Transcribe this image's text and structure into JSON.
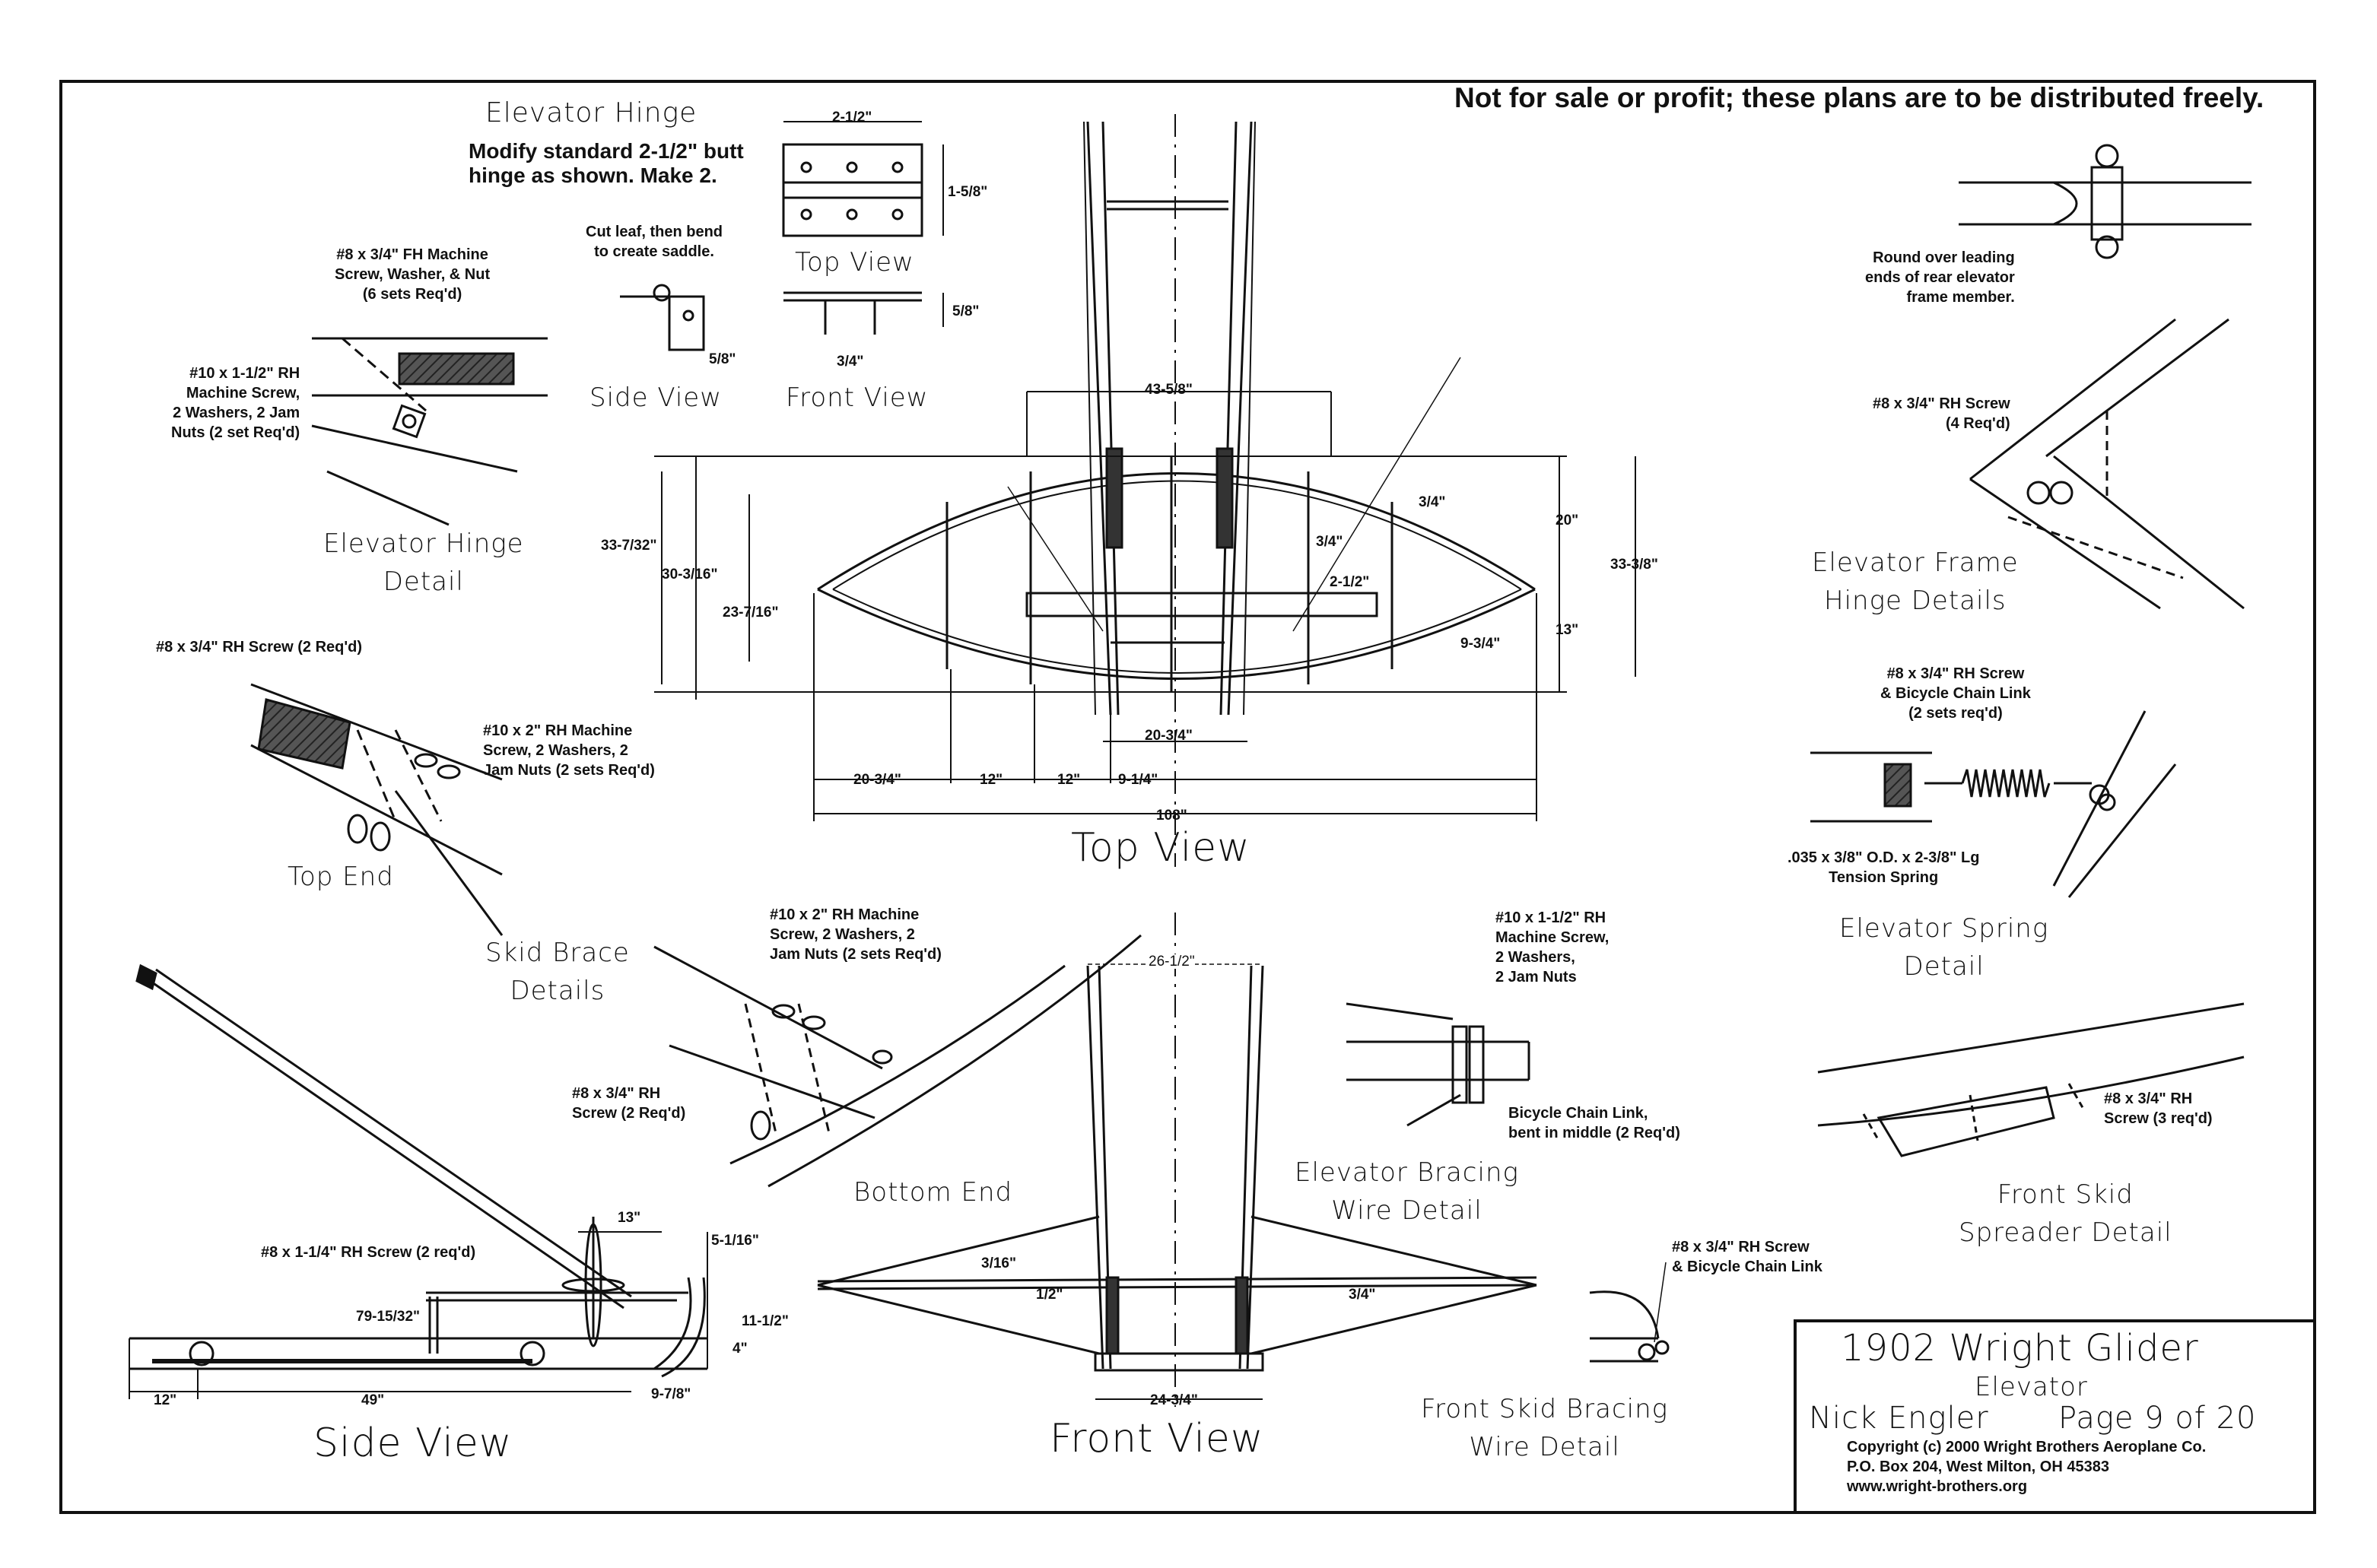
{
  "disclaimer": "Not for sale or profit; these plans are to be distributed freely.",
  "elevator_hinge": {
    "heading": "Elevator Hinge",
    "instructions": "Modify standard 2-1/2\" butt\nhinge as shown. Make 2.",
    "cut_note": "Cut leaf, then bend\nto create saddle.",
    "top_view": "Top View",
    "side_view": "Side View",
    "front_view": "Front View",
    "dim_width": "2-1/2\"",
    "dim_height": "1-5/8\"",
    "dim_side": "5/8\"",
    "dim_front_right": "5/8\"",
    "dim_front_bottom": "3/4\""
  },
  "hinge_detail": {
    "label": "Elevator Hinge\nDetail",
    "fh_screw": "#8 x 3/4\" FH Machine\nScrew, Washer, & Nut\n(6 sets Req'd)",
    "rh_screw": "#10 x 1-1/2\" RH\nMachine Screw,\n2 Washers, 2 Jam\nNuts (2 set Req'd)"
  },
  "top_end": {
    "label": "Top End",
    "screw_a": "#8 x 3/4\" RH Screw (2 Req'd)",
    "screw_b": "#10 x 2\" RH Machine\nScrew, 2 Washers, 2\nJam Nuts (2 sets Req'd)"
  },
  "top_view": {
    "label": "Top View",
    "dims": {
      "d_43_5_8": "43-5/8\"",
      "d_3_4_a": "3/4\"",
      "d_3_4_b": "3/4\"",
      "d_20": "20\"",
      "d_33_3_8": "33-3/8\"",
      "d_33_7_32": "33-7/32\"",
      "d_30_3_16": "30-3/16\"",
      "d_23_7_16": "23-7/16\"",
      "d_2_1_2": "2-1/2\"",
      "d_13": "13\"",
      "d_9_3_4": "9-3/4\"",
      "d_20_3_4_a": "20-3/4\"",
      "d_20_3_4_b": "20-3/4\"",
      "d_12_a": "12\"",
      "d_12_b": "12\"",
      "d_9_1_4": "9-1/4\"",
      "d_108": "108\""
    }
  },
  "frame_hinge": {
    "round_note": "Round over leading\nends of rear elevator\nframe member.",
    "screw": "#8 x 3/4\" RH Screw\n(4 Req'd)",
    "label": "Elevator Frame\nHinge Details"
  },
  "spring": {
    "screw": "#8 x 3/4\" RH Screw\n& Bicycle Chain Link\n(2 sets req'd)",
    "spring_note": ".035 x 3/8\" O.D. x 2-3/8\" Lg\nTension Spring",
    "label": "Elevator Spring\nDetail"
  },
  "skid_brace": {
    "label": "Skid Brace\nDetails",
    "machine_screw": "#10 x 2\" RH Machine\nScrew, 2 Washers, 2\nJam Nuts (2 sets Req'd)",
    "screw": "#8 x 3/4\" RH\nScrew (2 Req'd)",
    "bottom_end": "Bottom End"
  },
  "bracing_wire": {
    "screw": "#10 x 1-1/2\" RH\nMachine Screw,\n2 Washers,\n2 Jam Nuts",
    "chain_note": "Bicycle Chain Link,\nbent in middle (2 Req'd)",
    "label": "Elevator Bracing\nWire Detail"
  },
  "front_skid_spreader": {
    "screw": "#8 x 3/4\" RH\nScrew (3 req'd)",
    "label": "Front Skid\nSpreader Detail"
  },
  "side_view": {
    "label": "Side View",
    "screw": "#8 x 1-1/4\" RH Screw (2 req'd)",
    "d_13": "13\"",
    "d_5_1_16": "5-1/16\"",
    "d_79_15_32": "79-15/32\"",
    "d_11_1_2": "11-1/2\"",
    "d_4": "4\"",
    "d_12": "12\"",
    "d_49": "49\"",
    "d_9_7_8": "9-7/8\""
  },
  "front_view": {
    "label": "Front View",
    "d_26_1_2": "26-1/2\"",
    "d_3_16": "3/16\"",
    "d_1_2": "1/2\"",
    "d_3_4": "3/4\"",
    "d_24_3_4": "24-3/4\""
  },
  "skid_bracing": {
    "screw": "#8 x 3/4\" RH Screw\n& Bicycle Chain Link",
    "label": "Front Skid Bracing\nWire Detail"
  },
  "title_block": {
    "title": "1902 Wright Glider",
    "subtitle": "Elevator",
    "author": "Nick Engler",
    "page": "Page 9 of 20",
    "copyright": "Copyright (c) 2000 Wright Brothers Aeroplane Co.\nP.O. Box 204, West Milton, OH 45383\nwww.wright-brothers.org"
  }
}
